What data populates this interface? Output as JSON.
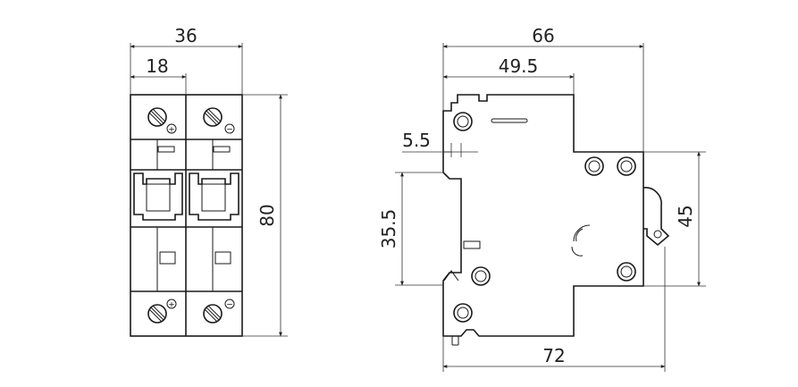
{
  "front_view": {
    "width_total": "36",
    "width_pole": "18",
    "height": "80",
    "terminal_top_left_sign": "+",
    "terminal_top_right_sign": "−",
    "terminal_bottom_left_sign": "+",
    "terminal_bottom_right_sign": "−"
  },
  "side_view": {
    "overall_depth": "66",
    "front_depth": "49.5",
    "rail_offset": "5.5",
    "rail_height": "35.5",
    "shoulder_height": "45",
    "base_depth": "72"
  }
}
